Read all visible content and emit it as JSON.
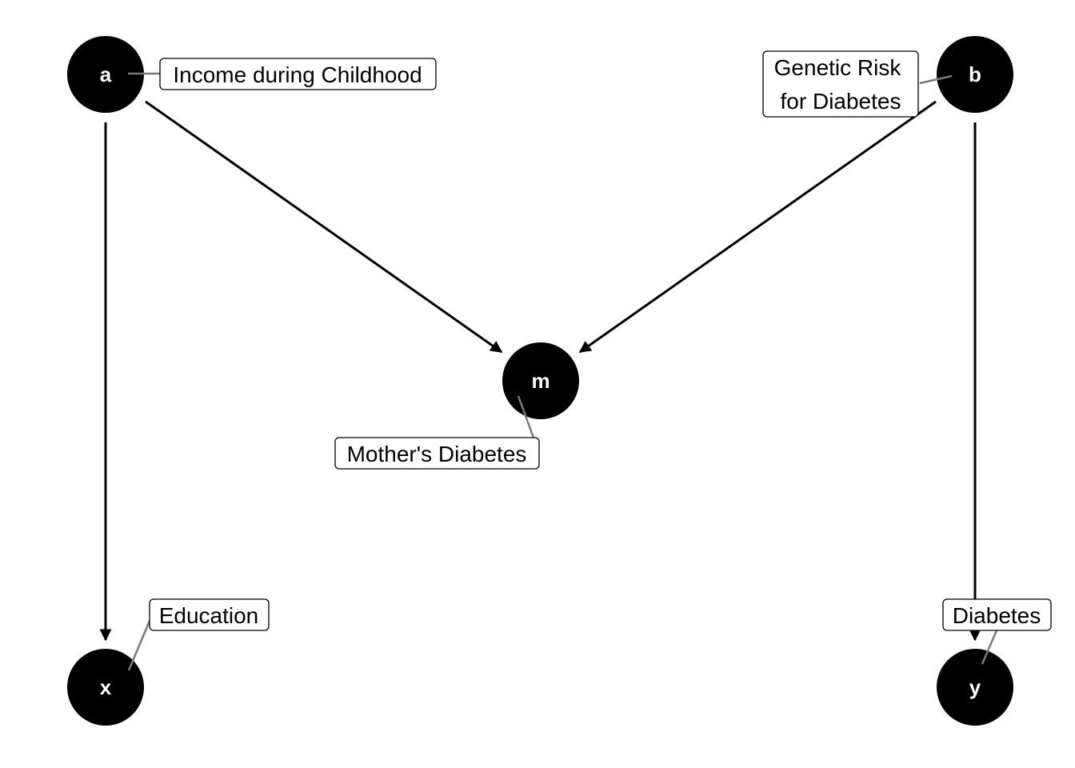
{
  "nodes": {
    "a": {
      "letter": "a",
      "label_line1": "Income during Childhood"
    },
    "b": {
      "letter": "b",
      "label_line1": "Genetic Risk",
      "label_line2": "for Diabetes"
    },
    "m": {
      "letter": "m",
      "label_line1": "Mother's Diabetes"
    },
    "x": {
      "letter": "x",
      "label_line1": "Education"
    },
    "y": {
      "letter": "y",
      "label_line1": "Diabetes"
    }
  },
  "edges": [
    {
      "from": "a",
      "to": "x"
    },
    {
      "from": "a",
      "to": "m"
    },
    {
      "from": "b",
      "to": "m"
    },
    {
      "from": "b",
      "to": "y"
    }
  ],
  "colors": {
    "node_fill": "#000000",
    "node_text": "#ffffff",
    "edge": "#000000",
    "leader_line": "#7a7a7a",
    "label_background": "#ffffff"
  }
}
